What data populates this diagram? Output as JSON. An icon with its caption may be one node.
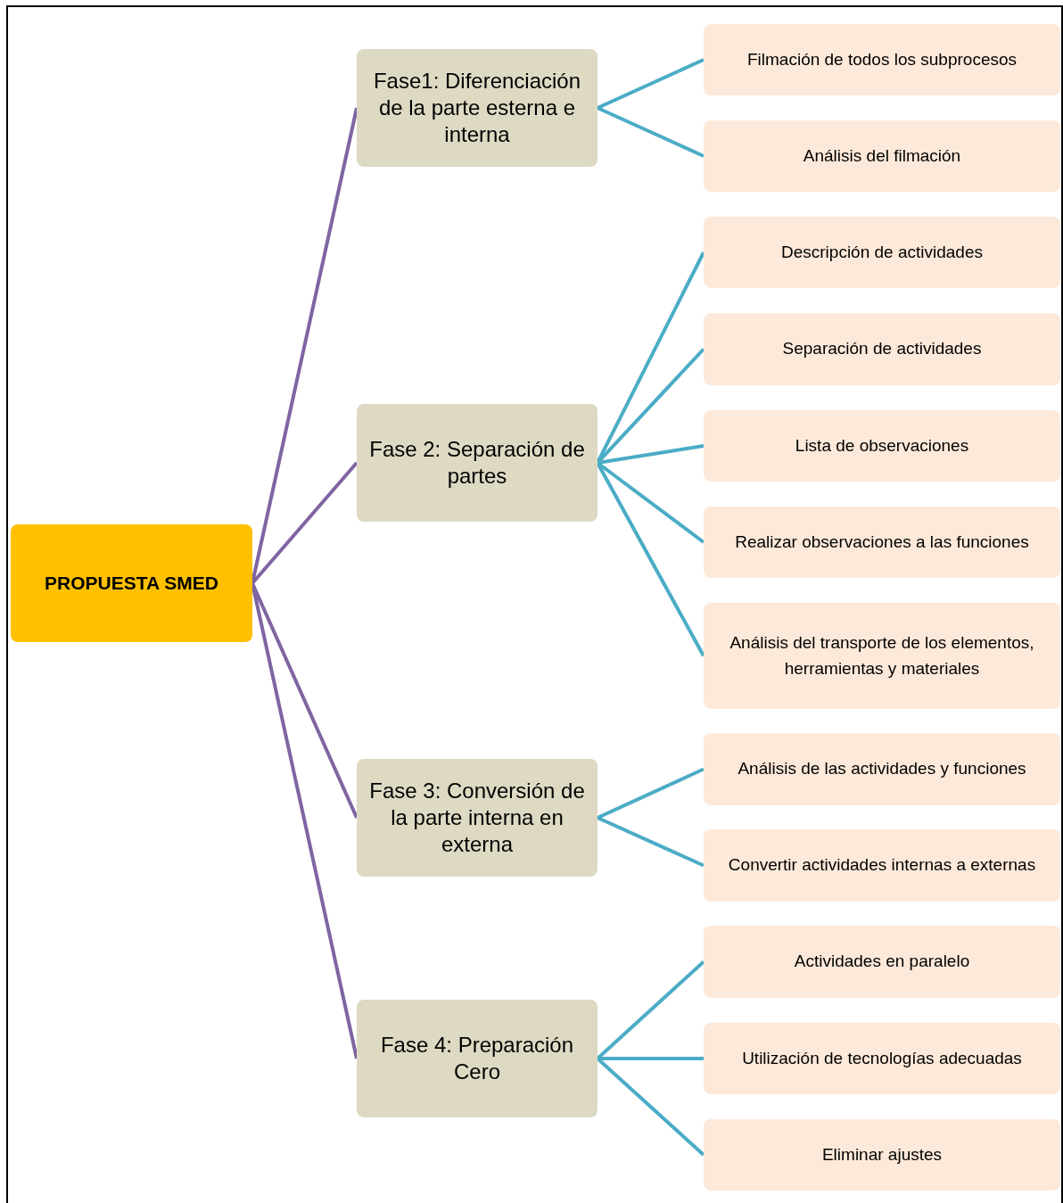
{
  "diagram": {
    "nodes": [
      {
        "text": [
          "PROPUESTA SMED"
        ]
      },
      {
        "text": [
          "Fase1: Diferenciación de la parte esterna e interna"
        ]
      },
      {
        "text": [
          "Filmación de todos los subprocesos"
        ]
      },
      {
        "text": [
          "Análisis del filmación"
        ]
      },
      {
        "text": [
          "Fase 2: Separación de partes"
        ]
      },
      {
        "text": [
          "Descripción de actividades"
        ]
      },
      {
        "text": [
          "Separación de actividades"
        ]
      },
      {
        "text": [
          "Lista de observaciones"
        ]
      },
      {
        "text": [
          "Realizar observaciones a las funciones"
        ]
      },
      {
        "text": [
          "Análisis del transporte de los elementos, herramientas y materiales"
        ]
      },
      {
        "text": [
          "Fase 3: Conversión de la parte interna en externa"
        ]
      },
      {
        "text": [
          "Análisis de las actividades y funciones"
        ]
      },
      {
        "text": [
          "Convertir actividades internas a externas"
        ]
      },
      {
        "text": [
          "Fase 4: Preparación Cero"
        ]
      },
      {
        "text": [
          "Actividades en paralelo"
        ]
      },
      {
        "text": [
          "Utilización de tecnologías adecuadas"
        ]
      },
      {
        "text": [
          "Eliminar ajustes"
        ]
      }
    ],
    "edges": [
      {
        "from": 0,
        "to": 1,
        "arrow": "none",
        "color": "#8064a2"
      },
      {
        "from": 0,
        "to": 4,
        "arrow": "none",
        "color": "#8064a2"
      },
      {
        "from": 0,
        "to": 10,
        "arrow": "none",
        "color": "#8064a2"
      },
      {
        "from": 0,
        "to": 13,
        "arrow": "none",
        "color": "#8064a2"
      },
      {
        "from": 1,
        "to": 2,
        "arrow": "none"
      },
      {
        "from": 1,
        "to": 3,
        "arrow": "none"
      },
      {
        "from": 4,
        "to": 5,
        "arrow": "none"
      },
      {
        "from": 4,
        "to": 6,
        "arrow": "none"
      },
      {
        "from": 4,
        "to": 7,
        "arrow": "none"
      },
      {
        "from": 4,
        "to": 8,
        "arrow": "none"
      },
      {
        "from": 4,
        "to": 9,
        "arrow": "none"
      },
      {
        "from": 10,
        "to": 11,
        "arrow": "none"
      },
      {
        "from": 10,
        "to": 12,
        "arrow": "none"
      },
      {
        "from": 13,
        "to": 14,
        "arrow": "none"
      },
      {
        "from": 13,
        "to": 15,
        "arrow": "none"
      },
      {
        "from": 13,
        "to": 16,
        "arrow": "none"
      }
    ]
  }
}
